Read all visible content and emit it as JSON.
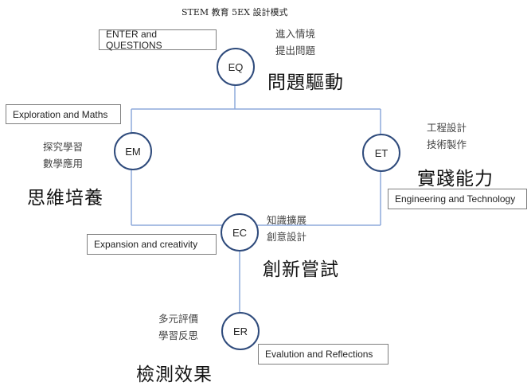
{
  "title": "STEM 教育 5EX 設計模式",
  "colors": {
    "line": "#8eaadb",
    "circle": "#2f4b7c",
    "box_border": "#7f7f7f"
  },
  "nodes": {
    "eq": {
      "code": "EQ",
      "label_en": "ENTER and QUESTIONS",
      "sub": [
        "進入情境",
        "提出問題"
      ],
      "big": "問題驅動"
    },
    "em": {
      "code": "EM",
      "label_en": "Exploration and Maths",
      "sub": [
        "探究學習",
        "數學應用"
      ],
      "big": "思維培養"
    },
    "et": {
      "code": "ET",
      "label_en": "Engineering and Technology",
      "sub": [
        "工程設計",
        "技術製作"
      ],
      "big": "實踐能力"
    },
    "ec": {
      "code": "EC",
      "label_en": "Expansion and creativity",
      "sub": [
        "知識擴展",
        "創意設計"
      ],
      "big": "創新嘗試"
    },
    "er": {
      "code": "ER",
      "label_en": "Evalution and Reflections",
      "sub": [
        "多元評價",
        "學習反思"
      ],
      "big": "檢測效果"
    }
  }
}
